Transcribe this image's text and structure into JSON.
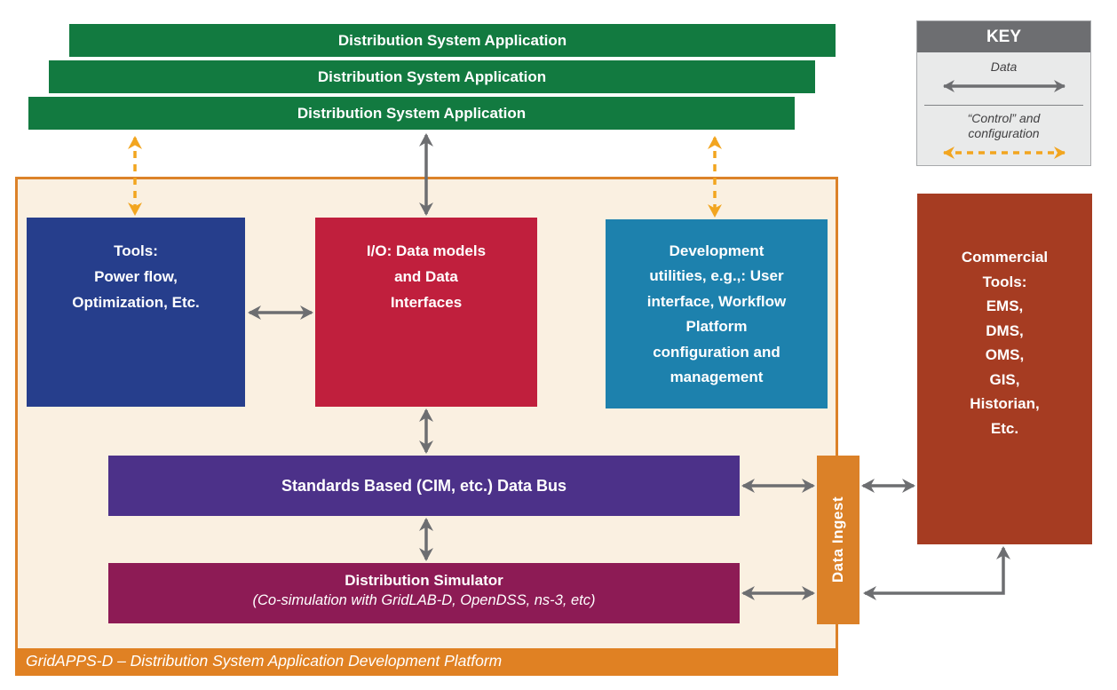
{
  "title": "GridAPPS-D architecture diagram",
  "app_stack": {
    "bars": [
      {
        "label": "Distribution System Application"
      },
      {
        "label": "Distribution System Application"
      },
      {
        "label": "Distribution System Application"
      }
    ]
  },
  "key": {
    "title": "KEY",
    "data_label": "Data",
    "control_lines": [
      "“Control” and",
      "configuration"
    ]
  },
  "platform": {
    "caption": "GridAPPS-D – Distribution System Application Development Platform",
    "tools_box": {
      "lines": [
        "Tools:",
        "Power flow,",
        "Optimization, Etc."
      ]
    },
    "io_box": {
      "lines": [
        "I/O: Data models",
        "and Data",
        "Interfaces"
      ]
    },
    "dev_box": {
      "lines": [
        "Development",
        "utilities, e.g.,: User",
        "interface, Workflow",
        "Platform",
        "configuration and",
        "management"
      ]
    },
    "data_bus": {
      "label": "Standards Based (CIM, etc.) Data Bus"
    },
    "simulator": {
      "title": "Distribution Simulator",
      "subtitle": "(Co-simulation with GridLAB-D, OpenDSS, ns-3, etc)"
    },
    "data_ingest": {
      "label": "Data Ingest"
    }
  },
  "commercial_tools": {
    "lines": [
      "Commercial",
      "Tools:",
      "EMS,",
      "DMS,",
      "OMS,",
      "GIS,",
      "Historian,",
      "Etc."
    ]
  },
  "colors": {
    "green": "#127A40",
    "blue": "#263E8C",
    "red": "#C01F3D",
    "teal": "#1D81AD",
    "purple": "#4C3189",
    "magenta": "#8D1B55",
    "orange": "#DB8128",
    "platform_border": "#DC8229",
    "platform_background": "#FAF0E1",
    "commercial_brown": "#A63C22",
    "arrow_gray": "#6D6E71",
    "arrow_orange": "#F2A51F",
    "key_header_gray": "#6D6E71",
    "key_body_gray": "#E9EAEA"
  }
}
